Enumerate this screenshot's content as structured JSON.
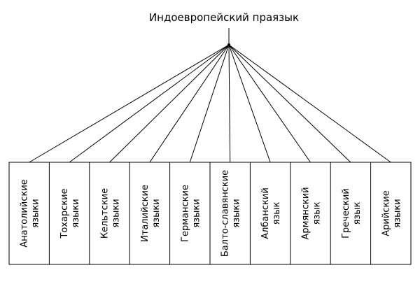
{
  "root": {
    "label": "Индоевропейский праязык"
  },
  "branches": [
    {
      "line1": "Анатолийские",
      "line2": "языки"
    },
    {
      "line1": "Тохарские",
      "line2": "языки"
    },
    {
      "line1": "Кельтские",
      "line2": "языки"
    },
    {
      "line1": "Италийские",
      "line2": "языки"
    },
    {
      "line1": "Германские",
      "line2": "языки"
    },
    {
      "line1": "Балто-славянские",
      "line2": "языки"
    },
    {
      "line1": "Албанский",
      "line2": "язык"
    },
    {
      "line1": "Армянский",
      "line2": "язык"
    },
    {
      "line1": "Греческий",
      "line2": "язык"
    },
    {
      "line1": "Арийские",
      "line2": "языки"
    }
  ]
}
